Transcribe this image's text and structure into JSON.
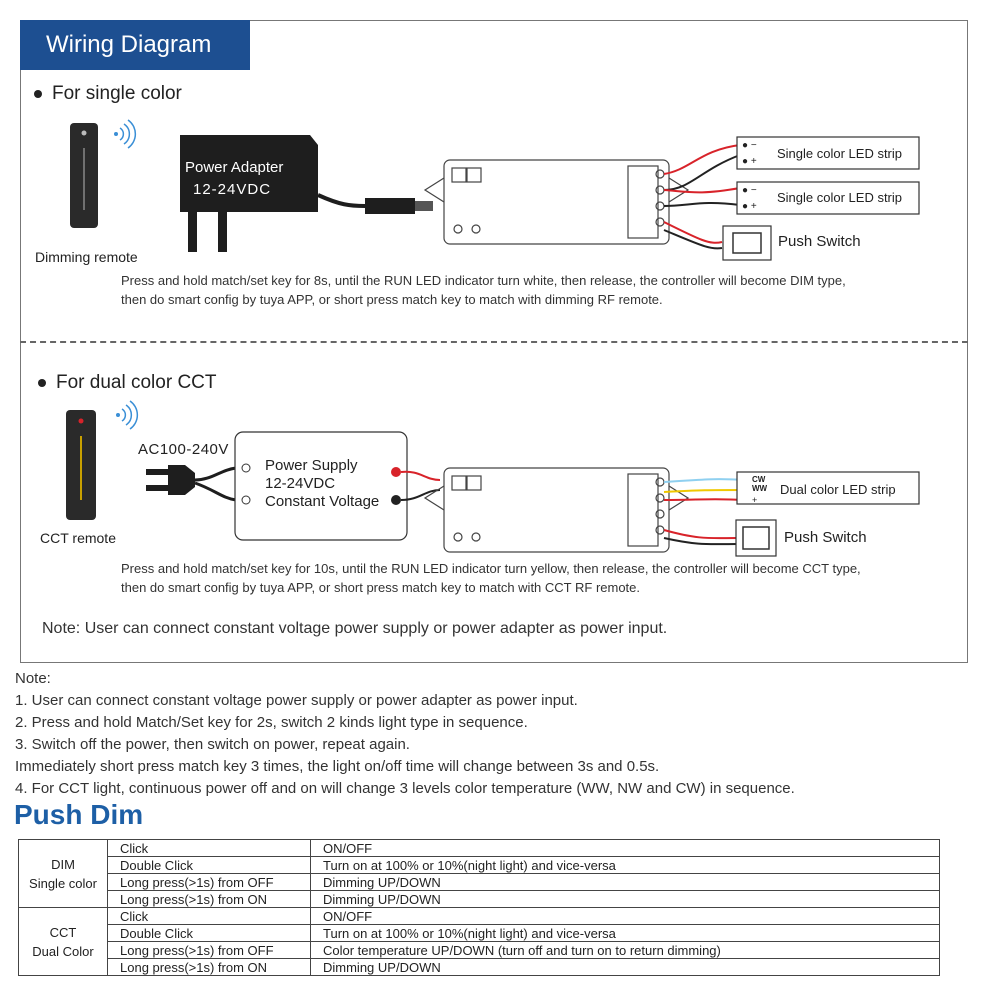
{
  "header": {
    "title": "Wiring Diagram"
  },
  "single": {
    "title": "For single color",
    "remote_label": "Dimming remote",
    "adapter_line1": "Power Adapter",
    "adapter_line2": "12-24VDC",
    "strip1": "Single color LED strip",
    "strip2": "Single color LED strip",
    "push_switch": "Push Switch",
    "instruction_line1": "Press and hold match/set key for 8s, until the RUN LED indicator turn white, then release, the controller will become DIM type,",
    "instruction_line2": "then do  smart  config by  tuya  APP, or  short press match key to match with dimming  RF  remote."
  },
  "cct": {
    "title": "For dual color CCT",
    "remote_label": "CCT remote",
    "ac_label": "AC100-240V",
    "psu_line1": "Power Supply",
    "psu_line2": "12-24VDC",
    "psu_line3": "Constant Voltage",
    "strip": "Dual color LED strip",
    "strip_cw": "CW",
    "strip_ww": "WW",
    "push_switch": "Push Switch",
    "instruction_line1": "Press and hold match/set key for 10s, until the RUN LED indicator turn yellow, then release, the controller will become CCT type,",
    "instruction_line2": "then do  smart  config by  tuya  APP, or  short press match key to match  with CCT  RF  remote."
  },
  "inner_note": "Note: User can connect constant voltage power supply or power adapter as power input.",
  "notes": {
    "heading": "Note:",
    "lines": [
      "1. User can connect constant voltage power supply or power adapter as power input.",
      "2. Press and hold Match/Set key for 2s, switch 2 kinds light type in sequence.",
      "3. Switch off the power, then switch on power, repeat again.",
      "Immediately short press match key 3 times, the light on/off time will change between 3s and 0.5s.",
      "4. For CCT light, continuous power off and on will change 3 levels color temperature (WW, NW and CW) in sequence."
    ]
  },
  "push_dim": {
    "title": "Push Dim",
    "groups": [
      {
        "label_line1": "DIM",
        "label_line2": "Single color",
        "rows": [
          {
            "action": "Click",
            "result": "ON/OFF"
          },
          {
            "action": "Double Click",
            "result": "Turn on at 100% or 10%(night light) and vice-versa"
          },
          {
            "action": "Long press(>1s) from OFF",
            "result": "Dimming UP/DOWN"
          },
          {
            "action": "Long press(>1s) from ON",
            "result": "Dimming UP/DOWN"
          }
        ]
      },
      {
        "label_line1": "CCT",
        "label_line2": "Dual Color",
        "rows": [
          {
            "action": "Click",
            "result": "ON/OFF"
          },
          {
            "action": "Double Click",
            "result": "Turn on at 100% or 10%(night light) and vice-versa"
          },
          {
            "action": "Long press(>1s) from OFF",
            "result": "Color temperature UP/DOWN (turn off and turn on to return dimming)"
          },
          {
            "action": "Long press(>1s) from ON",
            "result": "Dimming UP/DOWN"
          }
        ]
      }
    ]
  },
  "colors": {
    "accent": "#1d4f91",
    "heading_blue": "#1d5fa6",
    "red_wire": "#d8232a"
  }
}
